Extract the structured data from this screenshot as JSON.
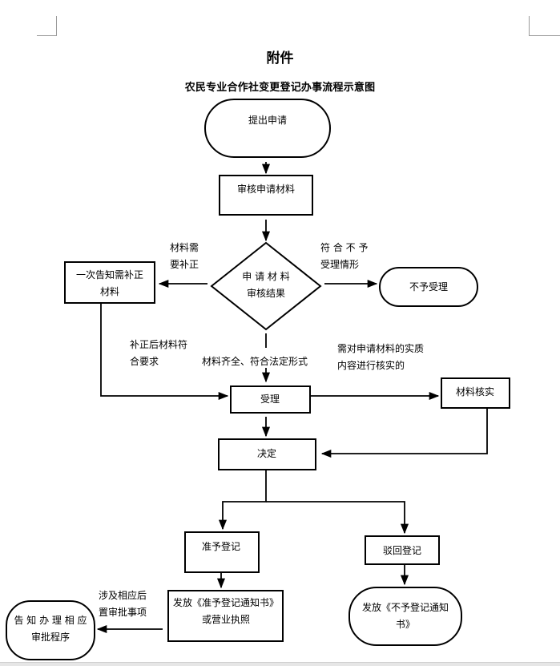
{
  "page": {
    "attachment_label": "附件",
    "document_title": "农民专业合作社变更登记办事流程示意图"
  },
  "nodes": {
    "submit": {
      "lines": [
        "提出申请"
      ]
    },
    "review": {
      "lines": [
        "审核申请材料"
      ]
    },
    "decision": {
      "lines": [
        "申 请 材 料",
        "审核结果"
      ]
    },
    "notify_correction": {
      "lines": [
        "一次告知需补正",
        "材料"
      ]
    },
    "reject_accept": {
      "lines": [
        "不予受理"
      ]
    },
    "accept": {
      "lines": [
        "受理"
      ]
    },
    "verify": {
      "lines": [
        "材料核实"
      ]
    },
    "decide": {
      "lines": [
        "决定"
      ]
    },
    "approve": {
      "lines": [
        "准予登记"
      ]
    },
    "deny": {
      "lines": [
        "驳回登记"
      ]
    },
    "issue_approval": {
      "lines": [
        "发放《准予登记通知书》",
        "或营业执照"
      ]
    },
    "issue_denial": {
      "lines": [
        "发放《不予登记通知",
        "书》"
      ]
    },
    "inform_procedure": {
      "lines": [
        "告 知 办 理 相 应",
        "审批程序"
      ]
    }
  },
  "edge_labels": {
    "needs_correction": [
      "材料需",
      "要补正"
    ],
    "not_accepted": [
      "符 合 不 予",
      "受理情形"
    ],
    "corrected": [
      "补正后材料符",
      "合要求"
    ],
    "complete": [
      "材料齐全、符合法定形式"
    ],
    "need_verify": [
      "需对申请材料的实质",
      "内容进行核实的"
    ],
    "post_approval": [
      "涉及相应后",
      "置审批事项"
    ]
  },
  "colors": {
    "stroke": "#000000",
    "background": "#ffffff"
  }
}
